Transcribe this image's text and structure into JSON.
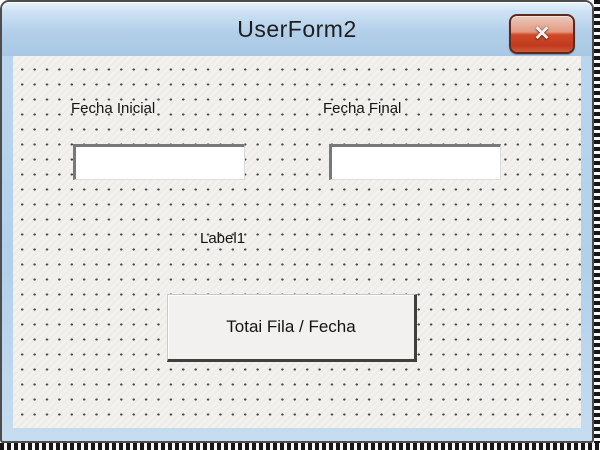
{
  "window": {
    "title": "UserForm2",
    "close_icon_glyph": "✕"
  },
  "form": {
    "fecha_inicial_label": "Fecha Inicial",
    "fecha_final_label": "Fecha Final",
    "fecha_inicial_value": "",
    "fecha_final_value": "",
    "info_label": "Label1",
    "total_button_label": "Totai Fila / Fecha"
  },
  "colors": {
    "titlebar_gradient_top": "#e9f3fb",
    "titlebar_gradient_bottom": "#a7c8e5",
    "frame_blue": "#b2d0ea",
    "close_button_red": "#c23a1e",
    "client_background": "#f2f1ee",
    "grid_dot": "#4a4a4a"
  }
}
